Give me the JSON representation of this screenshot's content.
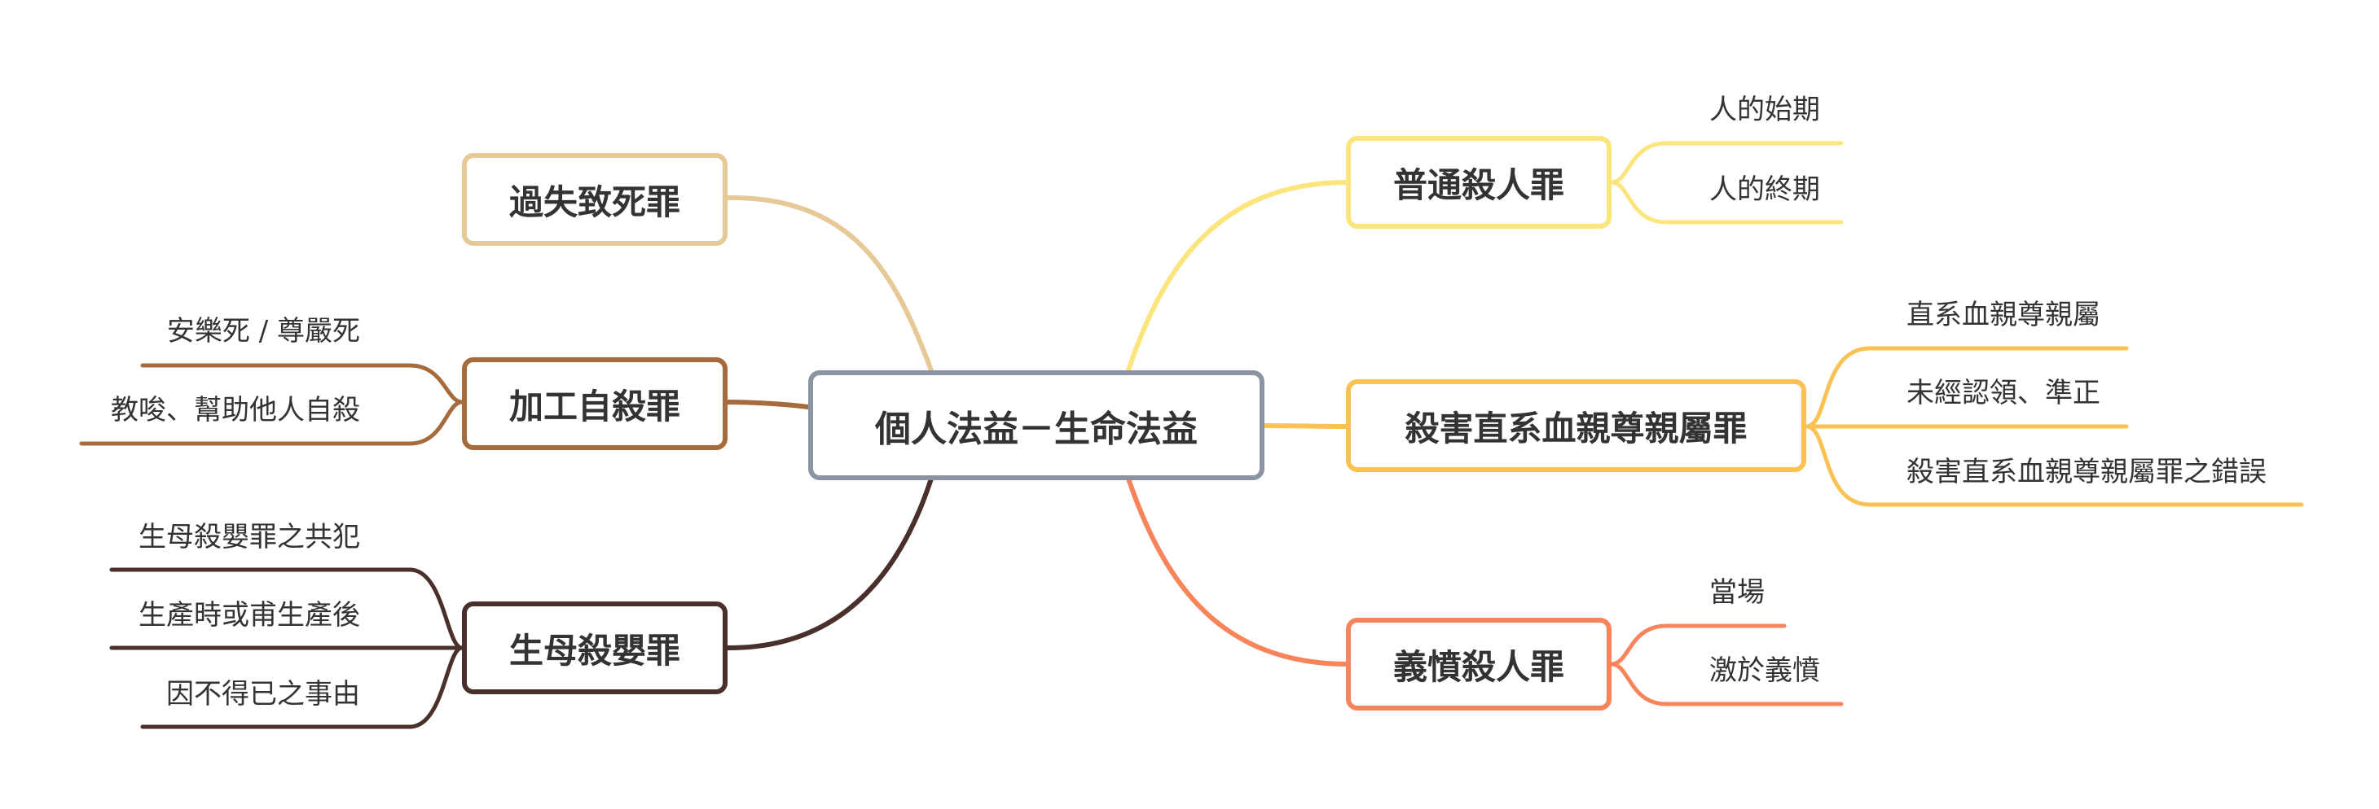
{
  "root": {
    "label": "個人法益－生命法益",
    "color": "#8a94a3"
  },
  "branches": [
    {
      "id": "b1",
      "label": "過失致死罪",
      "color": "#e6c996",
      "children": []
    },
    {
      "id": "b2",
      "label": "加工自殺罪",
      "color": "#a66b3d",
      "children": [
        "安樂死 / 尊嚴死",
        "教唆、幫助他人自殺"
      ]
    },
    {
      "id": "b3",
      "label": "生母殺嬰罪",
      "color": "#4a302b",
      "children": [
        "生母殺嬰罪之共犯",
        "生產時或甫生產後",
        "因不得已之事由"
      ]
    },
    {
      "id": "b4",
      "label": "普通殺人罪",
      "color": "#fde57d",
      "children": [
        "人的始期",
        "人的終期"
      ]
    },
    {
      "id": "b5",
      "label": "殺害直系血親尊親屬罪",
      "color": "#fbc253",
      "children": [
        "直系血親尊親屬",
        "未經認領、準正",
        "殺害直系血親尊親屬罪之錯誤"
      ]
    },
    {
      "id": "b6",
      "label": "義憤殺人罪",
      "color": "#f7845b",
      "children": [
        "當場",
        "激於義憤"
      ]
    }
  ]
}
